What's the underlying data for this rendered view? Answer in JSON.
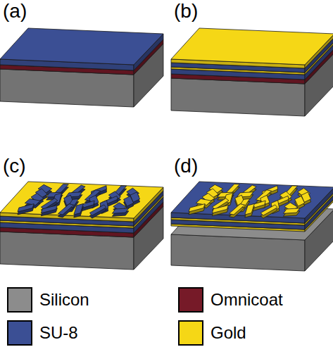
{
  "diagram": {
    "labels": [
      "(a)",
      "(b)",
      "(c)",
      "(d)"
    ],
    "legend": [
      {
        "text": "Silicon",
        "color": "#8c8c8c"
      },
      {
        "text": "Omnicoat",
        "color": "#761a28"
      },
      {
        "text": "SU-8",
        "color": "#3b4f94"
      },
      {
        "text": "Gold",
        "color": "#f5d716"
      }
    ]
  }
}
